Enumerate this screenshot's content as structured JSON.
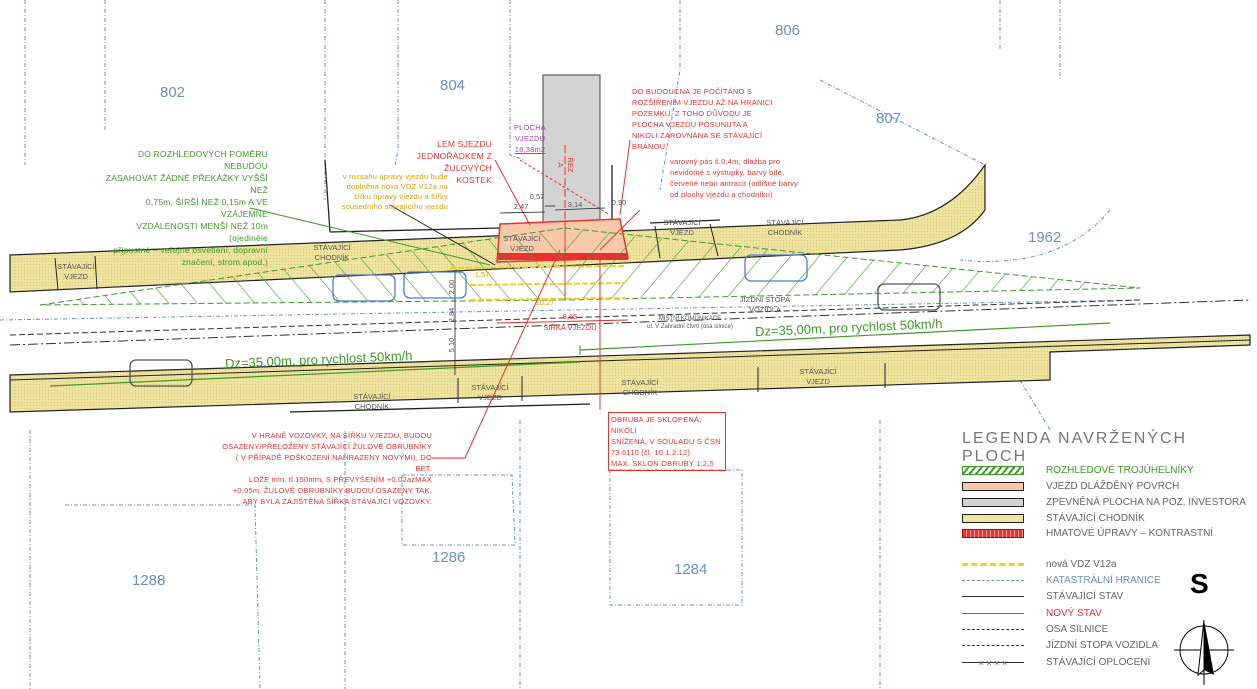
{
  "parcels": {
    "p802": "802",
    "p804": "804",
    "p806": "806",
    "p807": "807",
    "p1962": "1962",
    "p1288": "1288",
    "p1286": "1286",
    "p1284": "1284"
  },
  "notes": {
    "sight_rule": "DO ROZHLEDOVÝCH POMĚRU NEBUDOU\nZASAHOVAT ŽÁDNÉ PŘEKÁŽKY VYŠŠÍ NEŽ\n0,75m, ŠIRŠÍ NEŽ 0,15m A VE VZÁJEMNÉ\nVZDÁLENOSTI MENŠÍ NEŽ 10m (ojediněle\npřípustné – veřejné osvětlení, dopravní\nznačení, strom apod.)",
    "vdz_note": "v rozsahu úpravy vjezdu bude\ndoplněna nová VDZ V12a na\nšířku úpravy vjezdu a šířky\nsousedního stávajícího vjezdu",
    "edge_note": "LEM SJEZDU\nJEDNOŘÁDKEM Z\nŽULOVÝCH KOSTEK",
    "area_label": "PLOCHA\nVJEZDU",
    "area_value": "18,38m2",
    "future_note": "DO BUDOUCNA JE POČÍTÁNO S\nROZŠÍŘENÍM VJEZDU AŽ NA HRANICI\nPOZEMKU. Z TOHO DŮVODU JE\nPLOCHA VJEZDU POSUNUTA A\nNIKOLI ZAROVNÁNA SE STÁVAJÍCÍ\nBRÁNOU.",
    "warning_strip": "varovný pás š.0,4m, dlažba pro\nnevidomé s výstupky, barvy bílé,\nčervené nebo antracit (odlišné barvy\nod plochy vjezdu a chodníku)",
    "curb_note": "V HRANĚ VOZOVKY, NA ŠÍŘKU VJEZDU, BUDOU\nOSAZENY/PŘELOŽENY STÁVAJÍCÍ ŽULOVÉ OBRUBNÍKY\n( V PŘÍPADĚ POŠKOZENÍ NAHRAZENY NOVÝMI), DO BET.\nLOŽE min. tl.150mm, S PŘEVÝŠENÍM +0,02azMAX\n+0,05m. ŽULOVÉ OBRUBNÍKY BUDOU OSAZENY TAK,\nABY BYLA ZAJIŠTĚNA ŠÍŘKA STÁVAJÍCÍ VOZOVKY.",
    "curb_tilt": "OBRUBA JE SKLOPENÁ, NIKOLI\nSNÍŽENÁ, V SOULADU S ČSN\n73 6110 (čl. 10.1.2.12).\nMAX. SKLON OBRUBY 1:2,5"
  },
  "labels": {
    "sidewalk": "STÁVAJÍCÍ\nCHODNÍK",
    "driveway": "STÁVAJÍCÍ\nVJEZD",
    "wheel_track": "JÍZDNÍ STOPA\nVOZIDLA",
    "road": "MÍSTNÍ KOMUNIKACE\nul. V Zahradní čtvrti (osa silnice)",
    "section": "ŘEZ A",
    "dz_upper": "Dz=35,00m, pro rychlost 50km/h",
    "dz_lower": "Dz=35,00m, pro rychlost 50km/h"
  },
  "dimensions": {
    "d247": "2,47",
    "d057": "0,57",
    "d314": "3,14",
    "d090": "0,90",
    "d865": "8,65",
    "width_label": "ŠÍŘKA VJEZDU",
    "d1027": "10,27",
    "d200": "2,00",
    "d284": "2,84",
    "d510": "5,10",
    "d157": "1,57"
  },
  "legend": {
    "title": "LEGENDA NAVRŽENÝCH PLOCH",
    "areas": [
      {
        "label": "ROZHLEDOVÉ TROJÚHELNÍKY",
        "color": "#3f9a2a"
      },
      {
        "label": "VJEZD DLÁŽDĚNÝ POVRCH",
        "color": "#f7c9a8"
      },
      {
        "label": "ZPEVNĚNÁ PLOCHA NA POZ. INVESTORA",
        "color": "#d3d3d3"
      },
      {
        "label": "STÁVAJÍCÍ CHODNÍK",
        "color": "#efe3a0"
      },
      {
        "label": "HMATOVÉ ÚPRAVY – KONTRASTNÍ",
        "color": "#e8322f"
      }
    ],
    "lines": [
      {
        "label": "nová VDZ V12a",
        "color": "#f0d020"
      },
      {
        "label": "KATASTRÁLNÍ HRANICE",
        "color": "#6b8fc4"
      },
      {
        "label": "STÁVAJÍCÍ STAV",
        "color": "#333333"
      },
      {
        "label": "NOVÝ STAV",
        "color": "#e8322f"
      },
      {
        "label": "OSA SILNICE",
        "color": "#333333"
      },
      {
        "label": "JÍZDNÍ STOPA VOZIDLA",
        "color": "#333333"
      },
      {
        "label": "STÁVAJÍCÍ OPLOCENÍ",
        "color": "#333333"
      }
    ],
    "orientation_letter": "S"
  }
}
